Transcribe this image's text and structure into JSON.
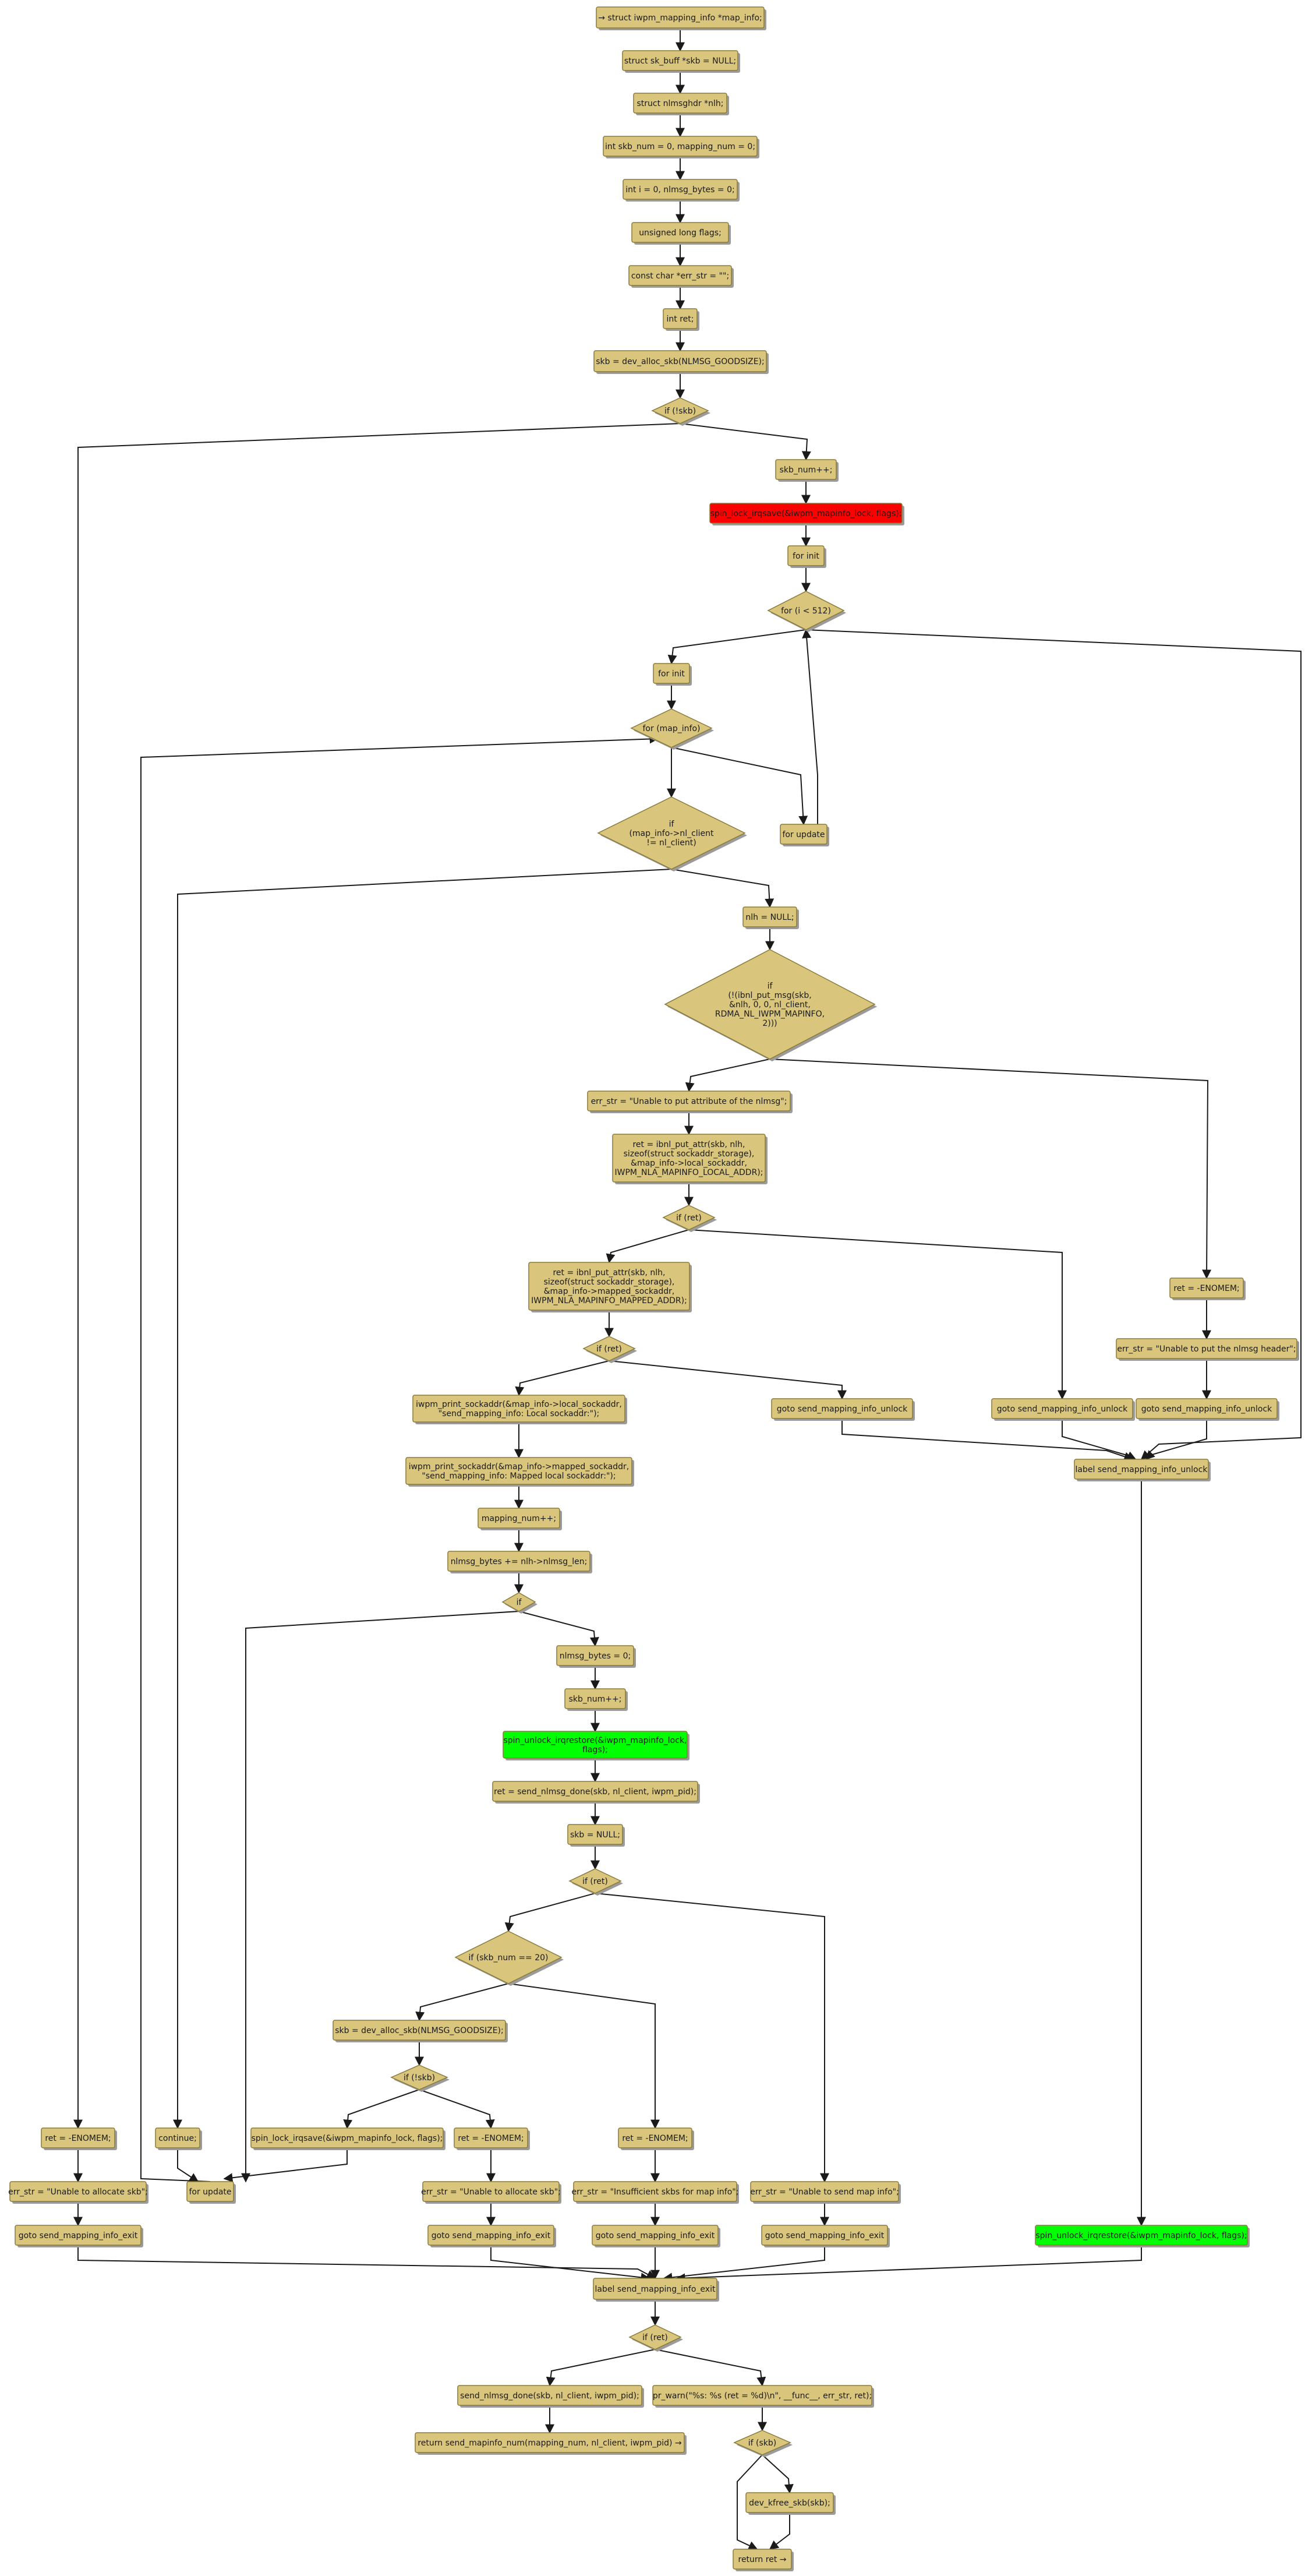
{
  "colors": {
    "node_fill": "#d9c57b",
    "node_stroke": "#8a7a3a",
    "shadow": "#9b9b9b",
    "lock_red": "#ff0000",
    "unlock_green": "#00ff00",
    "text": "#1a1a1a",
    "edge": "#1a1a1a"
  },
  "nodes": [
    {
      "id": "n_start",
      "text": "→ struct iwpm_mapping_info *map_info;"
    },
    {
      "id": "n_skb",
      "text": "struct sk_buff *skb = NULL;"
    },
    {
      "id": "n_nlh",
      "text": "struct nlmsghdr *nlh;"
    },
    {
      "id": "n_nums",
      "text": "int skb_num = 0, mapping_num = 0;"
    },
    {
      "id": "n_ibytes",
      "text": "int i = 0, nlmsg_bytes = 0;"
    },
    {
      "id": "n_flags",
      "text": "unsigned long flags;"
    },
    {
      "id": "n_errstr",
      "text": "const char *err_str = \"\";"
    },
    {
      "id": "n_ret",
      "text": "int ret;"
    },
    {
      "id": "n_alloc1",
      "text": "skb = dev_alloc_skb(NLMSG_GOODSIZE);"
    },
    {
      "id": "d_skb1",
      "text": "if (!skb)"
    },
    {
      "id": "n_skbnum1",
      "text": "skb_num++;"
    },
    {
      "id": "n_lock1",
      "text": "spin_lock_irqsave(&iwpm_mapinfo_lock, flags);"
    },
    {
      "id": "n_forinit1",
      "text": "for init"
    },
    {
      "id": "d_for1",
      "text": "for (i < 512)"
    },
    {
      "id": "n_forinit2",
      "text": "for init"
    },
    {
      "id": "d_formap",
      "text": "for (map_info)"
    },
    {
      "id": "n_forupd1",
      "text": "for update"
    },
    {
      "id": "d_client",
      "text": "if\n(map_info->nl_client\n!= nl_client)"
    },
    {
      "id": "n_nlhnull",
      "text": "nlh = NULL;"
    },
    {
      "id": "d_putmsg",
      "text": "if\n(!(ibnl_put_msg(skb,\n&nlh, 0, 0, nl_client,\nRDMA_NL_IWPM_MAPINFO,\n2)))"
    },
    {
      "id": "n_errattr",
      "text": "err_str = \"Unable to put attribute of the nlmsg\";"
    },
    {
      "id": "n_putlocal",
      "text": "ret = ibnl_put_attr(skb, nlh,\nsizeof(struct sockaddr_storage),\n&map_info->local_sockaddr,\nIWPM_NLA_MAPINFO_LOCAL_ADDR);"
    },
    {
      "id": "d_ret1",
      "text": "if (ret)"
    },
    {
      "id": "n_putmapped",
      "text": "ret = ibnl_put_attr(skb, nlh,\nsizeof(struct sockaddr_storage),\n&map_info->mapped_sockaddr,\nIWPM_NLA_MAPINFO_MAPPED_ADDR);"
    },
    {
      "id": "d_ret2",
      "text": "if (ret)"
    },
    {
      "id": "n_printlocal",
      "text": "iwpm_print_sockaddr(&map_info->local_sockaddr,\n\"send_mapping_info: Local sockaddr:\");"
    },
    {
      "id": "n_gotounlock1",
      "text": "goto send_mapping_info_unlock"
    },
    {
      "id": "n_gotounlock2",
      "text": "goto send_mapping_info_unlock"
    },
    {
      "id": "n_enomem_hdr",
      "text": "ret = -ENOMEM;"
    },
    {
      "id": "n_errhdr",
      "text": "err_str = \"Unable to put the nlmsg header\";"
    },
    {
      "id": "n_gotounlock3",
      "text": "goto send_mapping_info_unlock"
    },
    {
      "id": "n_printmapped",
      "text": "iwpm_print_sockaddr(&map_info->mapped_sockaddr,\n\"send_mapping_info: Mapped local sockaddr:\");"
    },
    {
      "id": "n_labelunlock",
      "text": "label send_mapping_info_unlock"
    },
    {
      "id": "n_mapnum",
      "text": "mapping_num++;"
    },
    {
      "id": "n_nlbytes",
      "text": "nlmsg_bytes += nlh->nlmsg_len;"
    },
    {
      "id": "d_if",
      "text": "if"
    },
    {
      "id": "n_bytes0",
      "text": "nlmsg_bytes = 0;"
    },
    {
      "id": "n_skbnum2",
      "text": "skb_num++;"
    },
    {
      "id": "n_unlock1",
      "text": "spin_unlock_irqrestore(&iwpm_mapinfo_lock,\nflags);"
    },
    {
      "id": "n_senddone",
      "text": "ret = send_nlmsg_done(skb, nl_client, iwpm_pid);"
    },
    {
      "id": "n_skbnull",
      "text": "skb = NULL;"
    },
    {
      "id": "d_ret3",
      "text": "if (ret)"
    },
    {
      "id": "d_skbnum20",
      "text": "if (skb_num == 20)"
    },
    {
      "id": "n_alloc2",
      "text": "skb = dev_alloc_skb(NLMSG_GOODSIZE);"
    },
    {
      "id": "d_skb2",
      "text": "if (!skb)"
    },
    {
      "id": "n_enomem1",
      "text": "ret = -ENOMEM;"
    },
    {
      "id": "n_continue",
      "text": "continue;"
    },
    {
      "id": "n_lock2",
      "text": "spin_lock_irqsave(&iwpm_mapinfo_lock, flags);"
    },
    {
      "id": "n_enomem2",
      "text": "ret = -ENOMEM;"
    },
    {
      "id": "n_enomem3",
      "text": "ret = -ENOMEM;"
    },
    {
      "id": "n_erralloc1",
      "text": "err_str = \"Unable to allocate skb\";"
    },
    {
      "id": "n_forupd2",
      "text": "for update"
    },
    {
      "id": "n_erralloc2",
      "text": "err_str = \"Unable to allocate skb\";"
    },
    {
      "id": "n_errinsuff",
      "text": "err_str = \"Insufficient skbs for map info\";"
    },
    {
      "id": "n_errsend",
      "text": "err_str = \"Unable to send map info\";"
    },
    {
      "id": "n_gotoexit1",
      "text": "goto send_mapping_info_exit"
    },
    {
      "id": "n_gotoexit2",
      "text": "goto send_mapping_info_exit"
    },
    {
      "id": "n_gotoexit3",
      "text": "goto send_mapping_info_exit"
    },
    {
      "id": "n_gotoexit4",
      "text": "goto send_mapping_info_exit"
    },
    {
      "id": "n_unlock2",
      "text": "spin_unlock_irqrestore(&iwpm_mapinfo_lock, flags);"
    },
    {
      "id": "n_labelexit",
      "text": "label send_mapping_info_exit"
    },
    {
      "id": "d_ret4",
      "text": "if (ret)"
    },
    {
      "id": "n_senddone2",
      "text": "send_nlmsg_done(skb, nl_client, iwpm_pid);"
    },
    {
      "id": "n_prwarn",
      "text": "pr_warn(\"%s: %s (ret = %d)\\n\", __func__, err_str, ret);"
    },
    {
      "id": "n_return1",
      "text": "return  send_mapinfo_num(mapping_num, nl_client, iwpm_pid) →"
    },
    {
      "id": "d_skb3",
      "text": "if (skb)"
    },
    {
      "id": "n_kfree",
      "text": "dev_kfree_skb(skb);"
    },
    {
      "id": "n_return2",
      "text": "return  ret →"
    }
  ]
}
